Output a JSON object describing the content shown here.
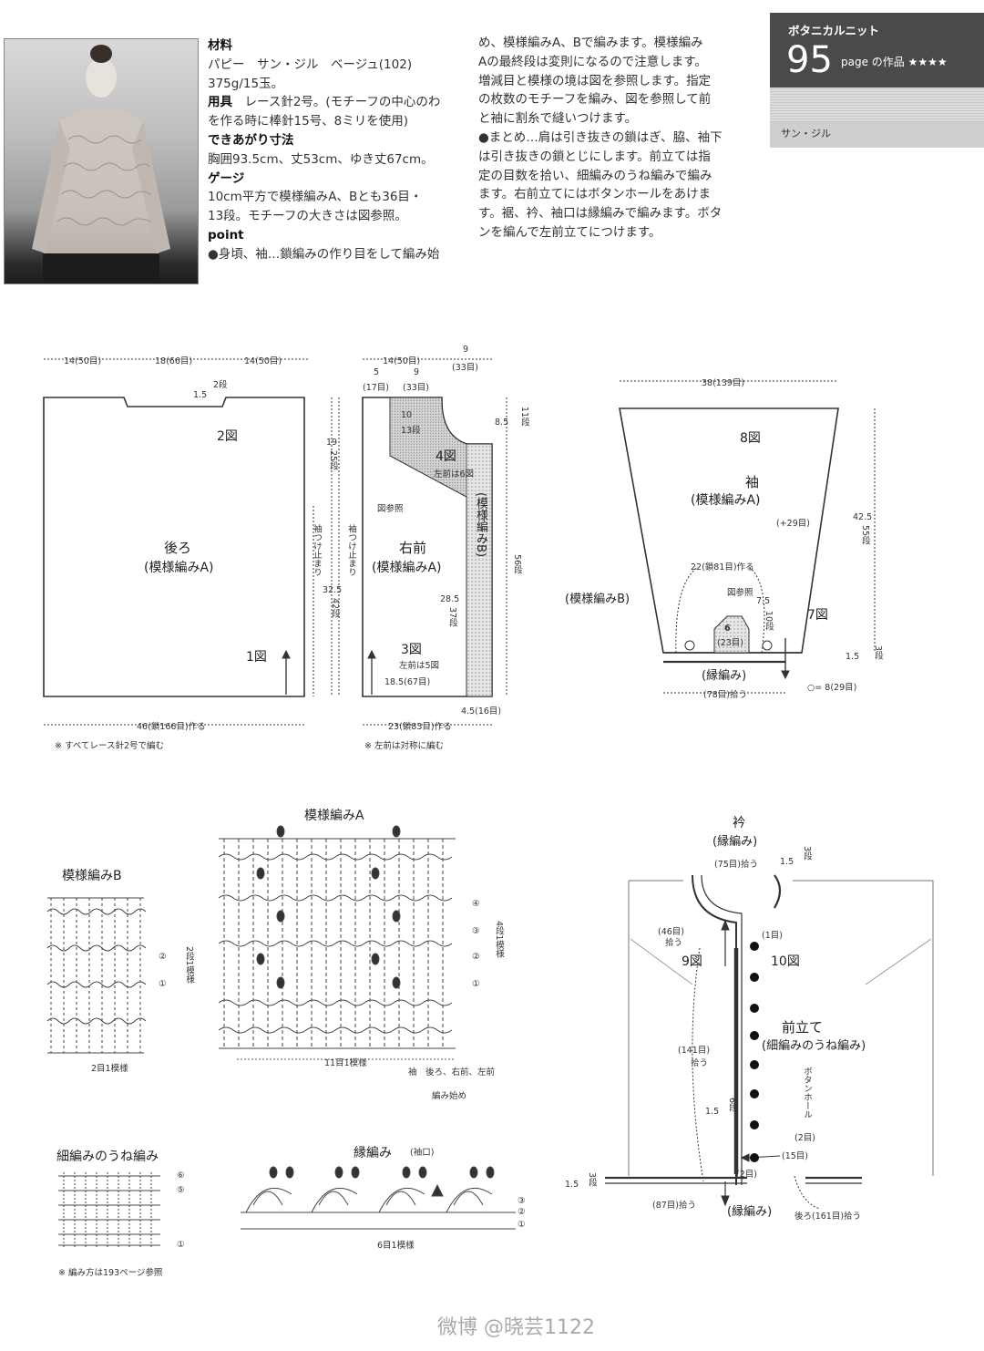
{
  "header": {
    "series": "ボタニカルニット",
    "number": "95",
    "page_label": "page の作品 ★★★★",
    "yarn_tag": "サン・ジル"
  },
  "materials": {
    "title": "材料",
    "yarn": "パピー　サン・ジル　ベージュ(102)",
    "amount": "375g/15玉。",
    "tools_title": "用具",
    "tools_1": "レース針2号。(モチーフの中心のわ",
    "tools_2": "を作る時に棒針15号、8ミリを使用)",
    "size_title": "できあがり寸法",
    "size": "胸囲93.5cm、丈53cm、ゆき丈67cm。",
    "gauge_title": "ゲージ",
    "gauge_1": "10cm平方で模様編みA、Bとも36目・",
    "gauge_2": "13段。モチーフの大きさは図参照。",
    "point_title": "point",
    "point_1": "●身頃、袖…鎖編みの作り目をして編み始"
  },
  "instructions": [
    "め、模様編みA、Bで編みます。模様編み",
    "Aの最終段は変則になるので注意します。",
    "増減目と模様の境は図を参照します。指定",
    "の枚数のモチーフを編み、図を参照して前",
    "と袖に割糸で縫いつけます。",
    "●まとめ…肩は引き抜きの鎖はぎ、脇、袖下",
    "は引き抜きの鎖とじにします。前立ては指",
    "定の目数を拾い、細編みのうね編みで編み",
    "ます。右前立てにはボタンホールをあけま",
    "す。裾、衿、袖口は縁編みで編みます。ボタ",
    "ンを編んで左前立てにつけます。"
  ],
  "back": {
    "top_left": "14(50目)",
    "top_mid": "18(66目)",
    "top_right": "14(50目)",
    "neck": "1.5",
    "neck_rows": "2段",
    "fig": "2図",
    "name": "後ろ",
    "pattern": "(模様編みA)",
    "fig1": "1図",
    "bottom": "46(鎖166目)作る",
    "note": "※ すべてレース針2号で編む",
    "arm": "袖つけ止まり",
    "h1": "19",
    "h1_rows": "25段",
    "h2": "32.5",
    "h2_rows": "42段"
  },
  "front": {
    "top_w": "14(50目)",
    "top_9": "9",
    "top_9b": "(33目)",
    "w5": "5",
    "w5b": "(17目)",
    "w9": "9",
    "w9b": "(33目)",
    "s10": "10",
    "s10b": "13段",
    "r85": "8.5",
    "r85b": "11段",
    "fig4": "4図",
    "fig6": "左前は6図",
    "ref": "図参照",
    "pattB": "(模様編みB)",
    "name": "右前",
    "pattern": "(模様編みA)",
    "arm": "袖つけ止まり",
    "r56": "56段",
    "h285": "28.5",
    "h285b": "37段",
    "fig3": "3図",
    "fig5": "左前は5図",
    "w185": "18.5(67目)",
    "w45": "4.5(16目)",
    "bottom": "23(鎖83目)作る",
    "note": "※ 左前は対称に編む"
  },
  "sleeve": {
    "top": "38(139目)",
    "fig8": "8図",
    "name": "袖",
    "pattern": "(模様編みA)",
    "inc": "(+29目)",
    "h": "42.5",
    "h_rows": "55段",
    "chain": "22(鎖81目)作る",
    "ref": "図参照",
    "pattB": "(模様編みB)",
    "m75": "7.5",
    "m10": "10段",
    "six": "6",
    "six_b": "(23目)",
    "fig7": "7図",
    "cuff_h": "1.5",
    "cuff_rows": "3段",
    "edge": "(縁編み)",
    "pick": "(78目)拾う",
    "circle": "○= 8(29目)"
  },
  "patternA": {
    "title": "模様編みA",
    "rep": "11目1模様",
    "start_1": "袖　後ろ、右前、左前",
    "start_2": "編み始め",
    "rows": "4段1模様",
    "r1": "①",
    "r2": "②",
    "r3": "③",
    "r4": "④"
  },
  "patternB": {
    "title": "模様編みB",
    "rep": "2目1模様",
    "rows": "2段1模様",
    "r1": "①",
    "r2": "②"
  },
  "une": {
    "title": "細編みのうね編み",
    "note": "※ 編み方は193ページ参照",
    "r1": "①",
    "r5": "⑤",
    "r6": "⑥"
  },
  "fuchi": {
    "title": "縁編み",
    "sub": "(袖口)",
    "rep": "6目1模様",
    "r1": "①",
    "r2": "②",
    "r3": "③"
  },
  "collar": {
    "title": "衿",
    "pattern": "(縁編み)",
    "pick75": "(75目)拾う",
    "h15": "1.5",
    "h15b": "3段",
    "pick46": "(46目)",
    "pick46b": "拾う",
    "row1": "(1目)",
    "fig9": "9図",
    "fig10": "10図",
    "band": "前立て",
    "band_p": "(細編みのうね編み)",
    "pick141": "(141目)",
    "pick141b": "拾う",
    "bh": "ボタンホール",
    "bh2": "(2目)",
    "h156": "1.5",
    "h156b": "6段",
    "p15": "(15目)",
    "p2": "(2目)",
    "lh": "1.5",
    "lh_b": "3段",
    "pick87": "(87目)拾う",
    "edge": "(縁編み)",
    "back161": "後ろ(161目)拾う"
  },
  "watermark": "微博 @晓芸1122"
}
